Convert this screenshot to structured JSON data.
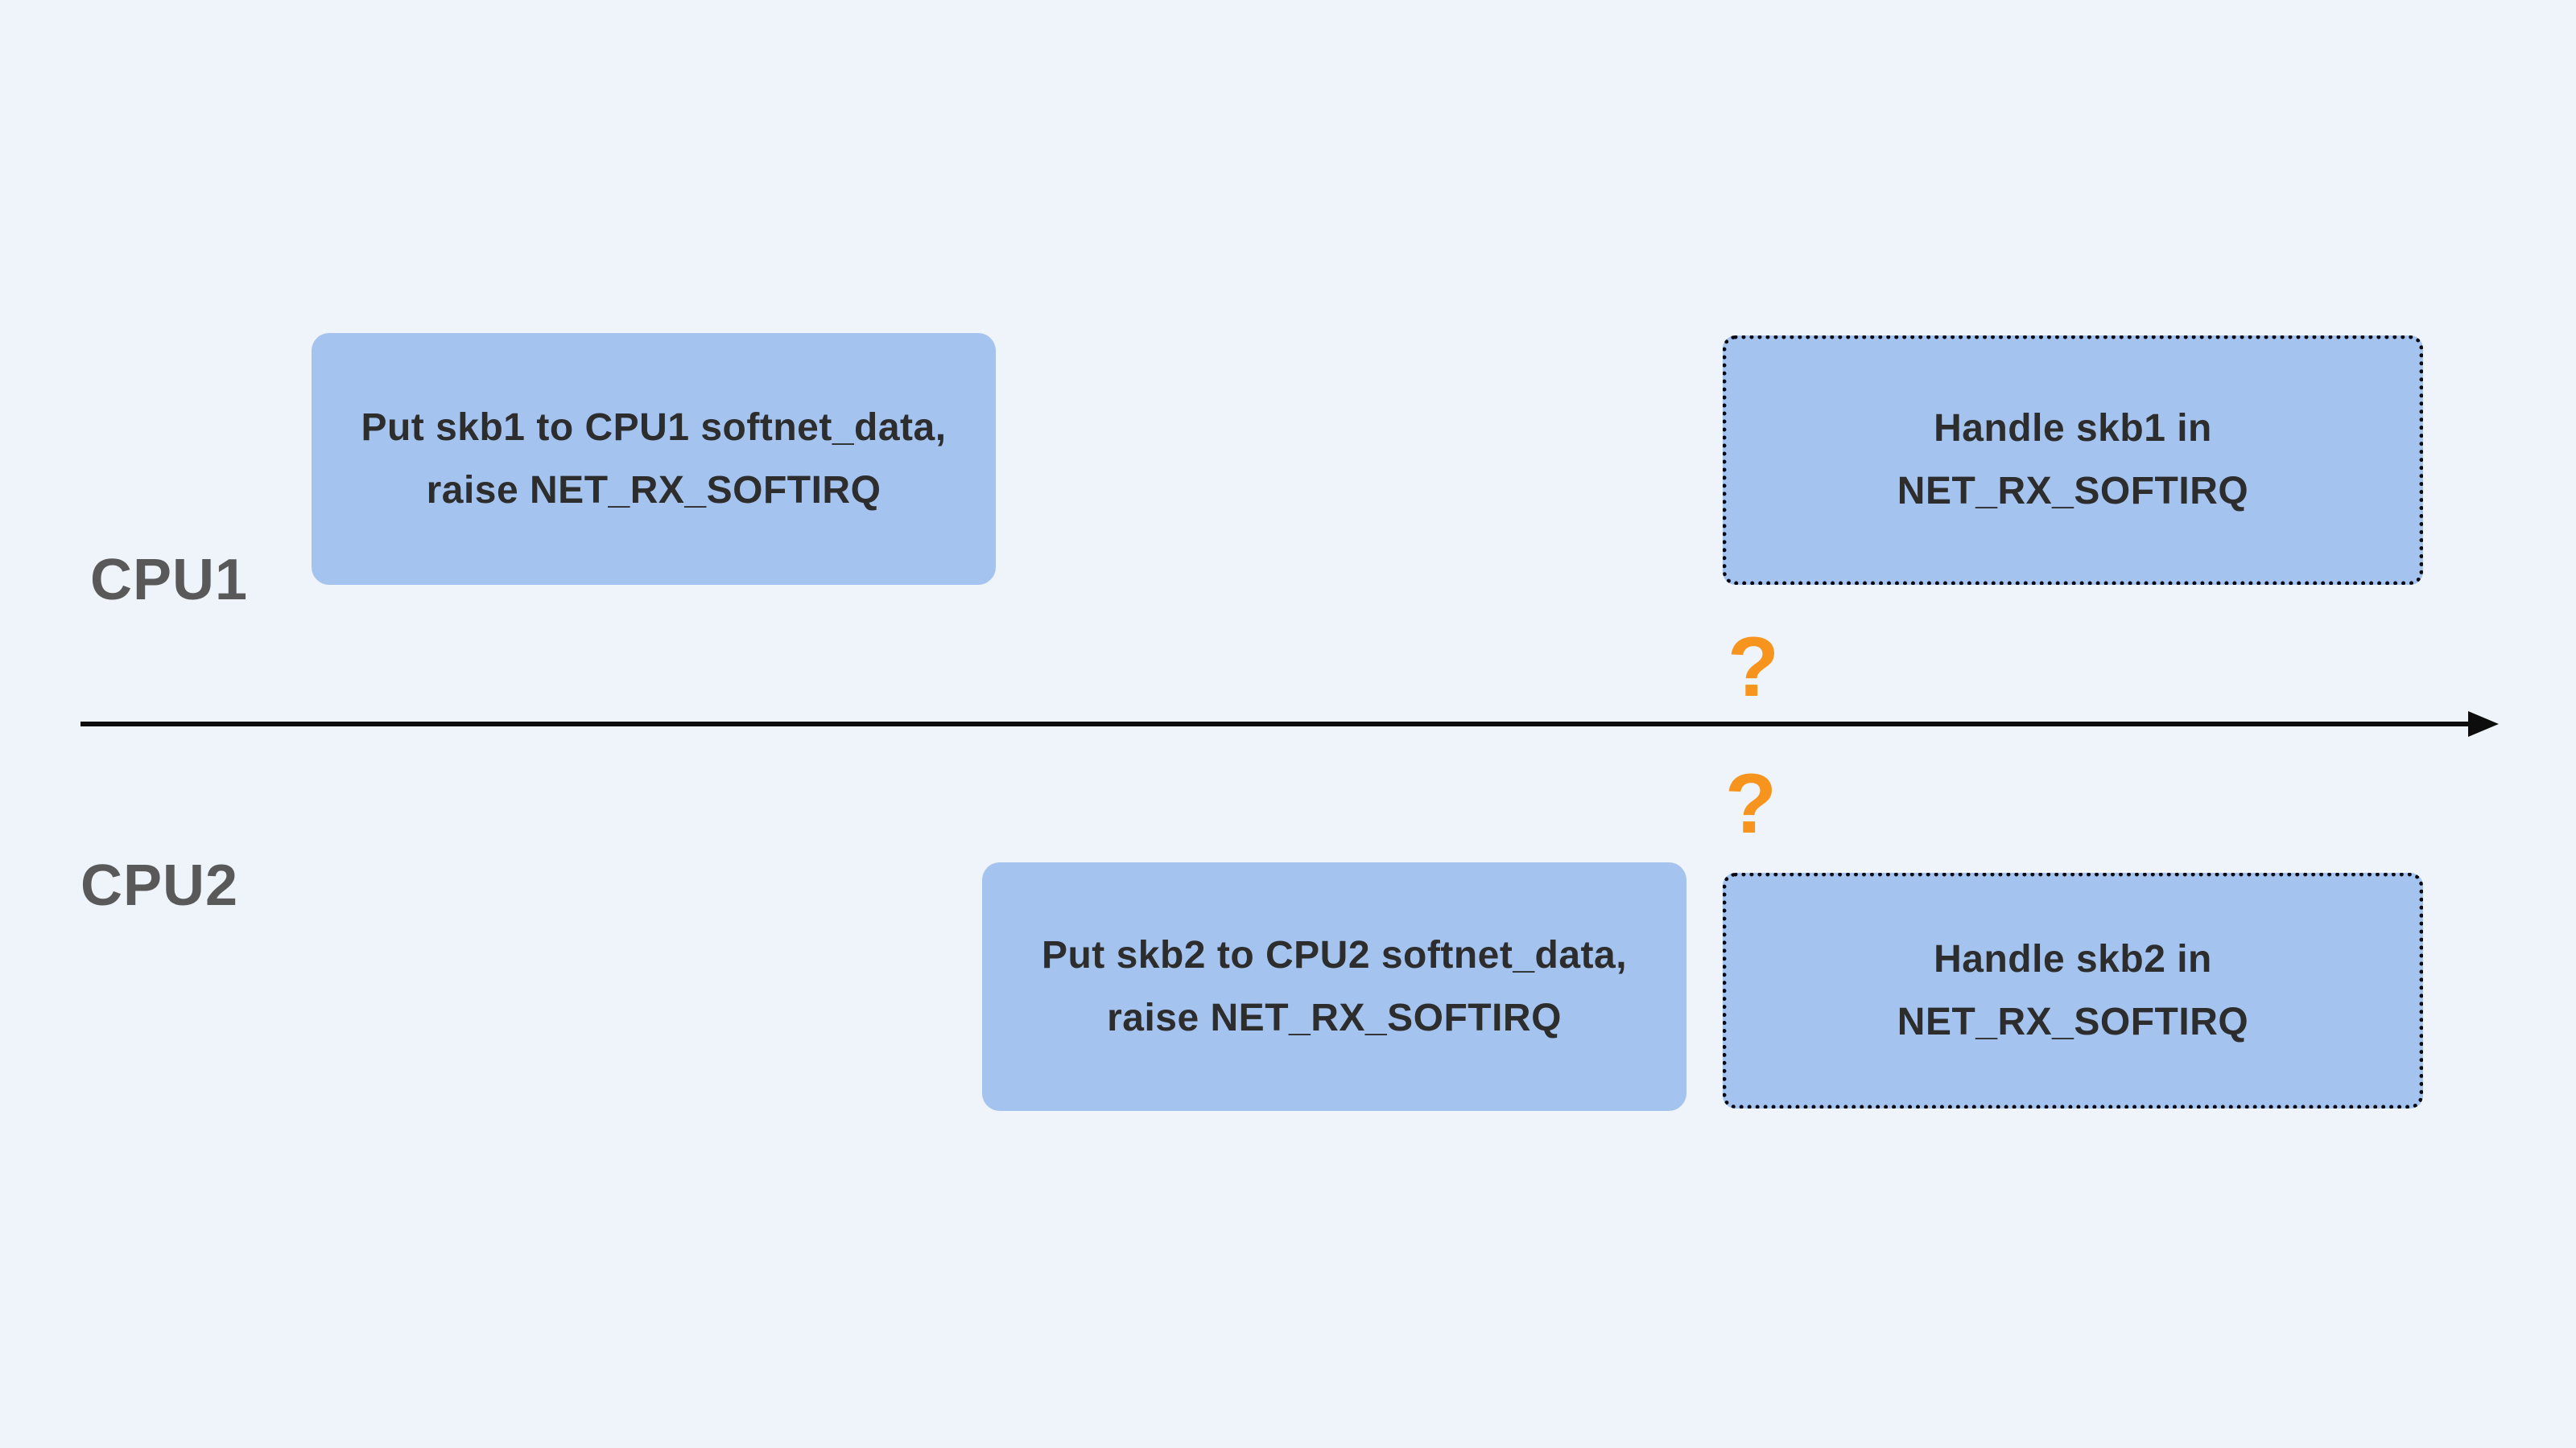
{
  "timeline": {
    "label_cpu1": "CPU1",
    "label_cpu2": "CPU2"
  },
  "boxes": {
    "cpu1_enqueue": {
      "line1": "Put skb1 to CPU1 softnet_data,",
      "line2": "raise NET_RX_SOFTIRQ",
      "style": "solid"
    },
    "cpu1_handle": {
      "line1": "Handle skb1 in",
      "line2": "NET_RX_SOFTIRQ",
      "style": "dotted"
    },
    "cpu2_enqueue": {
      "line1": "Put skb2 to CPU2 softnet_data,",
      "line2": "raise NET_RX_SOFTIRQ",
      "style": "solid"
    },
    "cpu2_handle": {
      "line1": "Handle skb2 in",
      "line2": "NET_RX_SOFTIRQ",
      "style": "dotted"
    }
  },
  "annotations": {
    "question_top": "?",
    "question_bottom": "?"
  },
  "colors": {
    "background": "#eff3fa",
    "box_fill": "#a4c3ee",
    "box_text": "#2d2d2d",
    "label_text": "#595959",
    "line": "#0d0d0d",
    "question": "#f7941e"
  }
}
